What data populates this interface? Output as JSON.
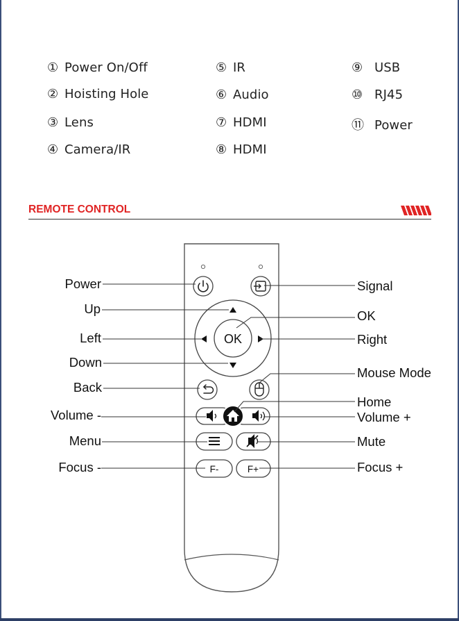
{
  "ports": [
    {
      "num": "①",
      "label": "Power On/Off"
    },
    {
      "num": "②",
      "label": "Hoisting Hole"
    },
    {
      "num": "③",
      "label": "Lens"
    },
    {
      "num": "④",
      "label": "Camera/IR"
    },
    {
      "num": "⑤",
      "label": "IR"
    },
    {
      "num": "⑥",
      "label": "Audio"
    },
    {
      "num": "⑦",
      "label": "HDMI"
    },
    {
      "num": "⑧",
      "label": "HDMI"
    },
    {
      "num": "⑨",
      "label": "USB"
    },
    {
      "num": "⑩",
      "label": "RJ45"
    },
    {
      "num": "⑪",
      "label": "Power"
    }
  ],
  "section": {
    "title": "REMOTE CONTROL",
    "accent_color": "#e02424"
  },
  "remote": {
    "ok": "OK",
    "focus_minus_btn": "F-",
    "focus_plus_btn": "F+",
    "icons": [
      "power-icon",
      "input-icon",
      "up-arrow-icon",
      "down-arrow-icon",
      "left-arrow-icon",
      "right-arrow-icon",
      "back-icon",
      "mouse-icon",
      "volume-down-icon",
      "home-icon",
      "volume-up-icon",
      "menu-icon",
      "mute-icon"
    ]
  },
  "callouts": {
    "power": "Power",
    "up": "Up",
    "left": "Left",
    "down": "Down",
    "back": "Back",
    "volume_minus": "Volume -",
    "menu": "Menu",
    "focus_minus": "Focus -",
    "signal": "Signal",
    "ok": "OK",
    "right": "Right",
    "mouse_mode": "Mouse Mode",
    "home": "Home",
    "volume_plus": "Volume +",
    "mute": "Mute",
    "focus_plus": "Focus  +"
  }
}
